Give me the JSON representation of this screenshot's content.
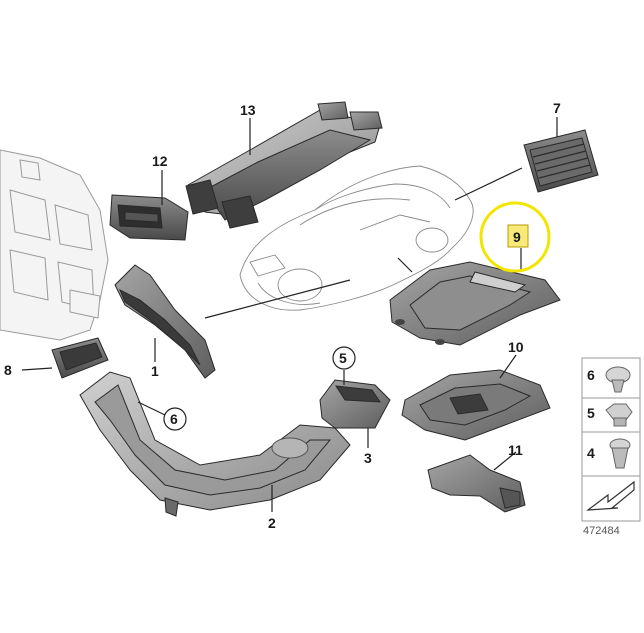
{
  "diagram": {
    "catalog_number": "472484",
    "highlight_color": "#f2e600",
    "highlighted_part": "9",
    "part_labels": {
      "p1": "1",
      "p2": "2",
      "p3": "3",
      "p4": "4",
      "p5": "5",
      "p6": "6",
      "p7": "7",
      "p8": "8",
      "p9": "9",
      "p10": "10",
      "p11": "11",
      "p12": "12",
      "p13": "13"
    },
    "legend": {
      "clip6": "6",
      "nut5": "5",
      "clip4": "4"
    },
    "icons": [
      "rivet-clip-icon",
      "nut-icon",
      "expanding-clip-icon",
      "direction-arrow-icon"
    ]
  }
}
